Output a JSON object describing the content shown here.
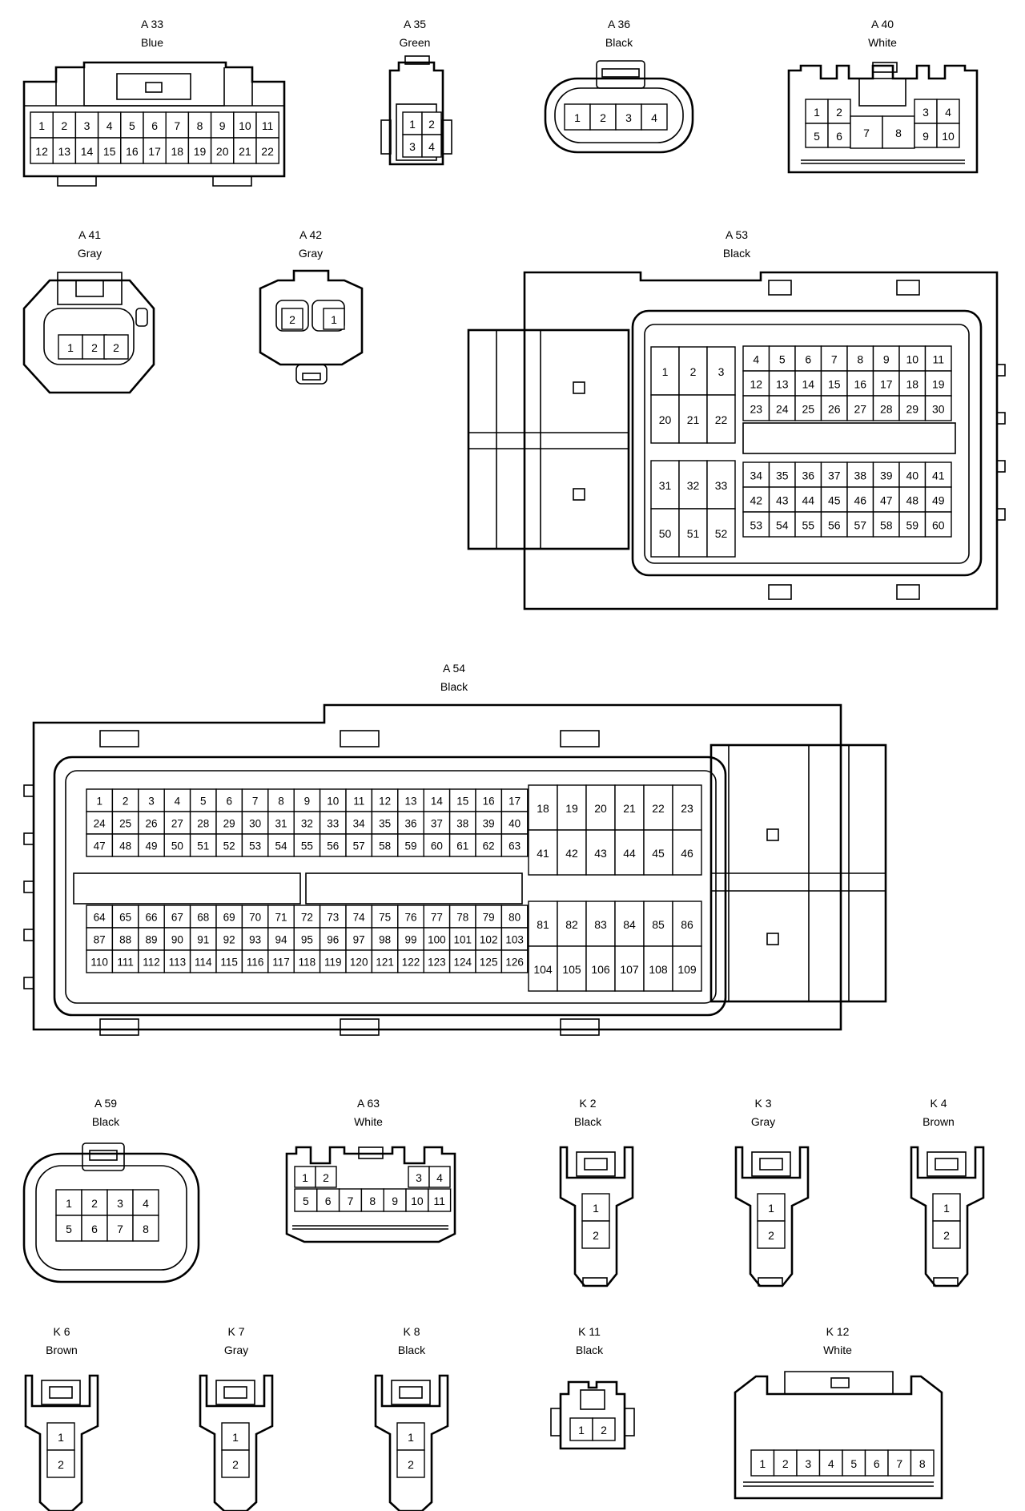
{
  "connectors": {
    "a33": {
      "code": "A 33",
      "color": "Blue",
      "pins_top": [
        "1",
        "2",
        "3",
        "4",
        "5",
        "6",
        "7",
        "8",
        "9",
        "10",
        "11"
      ],
      "pins_bottom": [
        "12",
        "13",
        "14",
        "15",
        "16",
        "17",
        "18",
        "19",
        "20",
        "21",
        "22"
      ]
    },
    "a35": {
      "code": "A 35",
      "color": "Green",
      "pins": [
        "1",
        "2",
        "3",
        "4"
      ]
    },
    "a36": {
      "code": "A 36",
      "color": "Black",
      "pins": [
        "1",
        "2",
        "3",
        "4"
      ]
    },
    "a40": {
      "code": "A 40",
      "color": "White",
      "pins": [
        "1",
        "2",
        "3",
        "4",
        "5",
        "6",
        "7",
        "8",
        "9",
        "10"
      ]
    },
    "a41": {
      "code": "A 41",
      "color": "Gray",
      "pins": [
        "1",
        "2"
      ]
    },
    "a42": {
      "code": "A 42",
      "color": "Gray",
      "pins": [
        "2",
        "1"
      ]
    },
    "a53": {
      "code": "A 53",
      "color": "Black",
      "left_top": [
        [
          "1",
          "2",
          "3"
        ],
        [
          "20",
          "21",
          "22"
        ]
      ],
      "left_bottom": [
        [
          "31",
          "32",
          "33"
        ],
        [
          "50",
          "51",
          "52"
        ]
      ],
      "right_top": [
        [
          "4",
          "5",
          "6",
          "7",
          "8",
          "9",
          "10",
          "11"
        ],
        [
          "12",
          "13",
          "14",
          "15",
          "16",
          "17",
          "18",
          "19"
        ],
        [
          "23",
          "24",
          "25",
          "26",
          "27",
          "28",
          "29",
          "30"
        ]
      ],
      "right_bottom": [
        [
          "34",
          "35",
          "36",
          "37",
          "38",
          "39",
          "40",
          "41"
        ],
        [
          "42",
          "43",
          "44",
          "45",
          "46",
          "47",
          "48",
          "49"
        ],
        [
          "53",
          "54",
          "55",
          "56",
          "57",
          "58",
          "59",
          "60"
        ]
      ]
    },
    "a54": {
      "code": "A 54",
      "color": "Black",
      "upper_rows": [
        [
          "1",
          "2",
          "3",
          "4",
          "5",
          "6",
          "7",
          "8",
          "9",
          "10",
          "11",
          "12",
          "13",
          "14",
          "15",
          "16",
          "17"
        ],
        [
          "24",
          "25",
          "26",
          "27",
          "28",
          "29",
          "30",
          "31",
          "32",
          "33",
          "34",
          "35",
          "36",
          "37",
          "38",
          "39",
          "40"
        ],
        [
          "47",
          "48",
          "49",
          "50",
          "51",
          "52",
          "53",
          "54",
          "55",
          "56",
          "57",
          "58",
          "59",
          "60",
          "61",
          "62",
          "63"
        ]
      ],
      "lower_rows": [
        [
          "64",
          "65",
          "66",
          "67",
          "68",
          "69",
          "70",
          "71",
          "72",
          "73",
          "74",
          "75",
          "76",
          "77",
          "78",
          "79",
          "80"
        ],
        [
          "87",
          "88",
          "89",
          "90",
          "91",
          "92",
          "93",
          "94",
          "95",
          "96",
          "97",
          "98",
          "99",
          "100",
          "101",
          "102",
          "103"
        ],
        [
          "110",
          "111",
          "112",
          "113",
          "114",
          "115",
          "116",
          "117",
          "118",
          "119",
          "120",
          "121",
          "122",
          "123",
          "124",
          "125",
          "126"
        ]
      ],
      "right_upper": [
        [
          "18",
          "19",
          "20",
          "21",
          "22",
          "23"
        ],
        [
          "41",
          "42",
          "43",
          "44",
          "45",
          "46"
        ]
      ],
      "right_lower": [
        [
          "81",
          "82",
          "83",
          "84",
          "85",
          "86"
        ],
        [
          "104",
          "105",
          "106",
          "107",
          "108",
          "109"
        ]
      ]
    },
    "a59": {
      "code": "A 59",
      "color": "Black",
      "pins": [
        "1",
        "2",
        "3",
        "4",
        "5",
        "6",
        "7",
        "8"
      ]
    },
    "a63": {
      "code": "A 63",
      "color": "White",
      "pins": [
        "1",
        "2",
        "3",
        "4",
        "5",
        "6",
        "7",
        "8",
        "9",
        "10",
        "11"
      ]
    },
    "k2": {
      "code": "K 2",
      "color": "Black",
      "pins": [
        "1",
        "2"
      ]
    },
    "k3": {
      "code": "K 3",
      "color": "Gray",
      "pins": [
        "1",
        "2"
      ]
    },
    "k4": {
      "code": "K 4",
      "color": "Brown",
      "pins": [
        "1",
        "2"
      ]
    },
    "k6": {
      "code": "K 6",
      "color": "Brown",
      "pins": [
        "1",
        "2"
      ]
    },
    "k7": {
      "code": "K 7",
      "color": "Gray",
      "pins": [
        "1",
        "2"
      ]
    },
    "k8": {
      "code": "K 8",
      "color": "Black",
      "pins": [
        "1",
        "2"
      ]
    },
    "k11": {
      "code": "K 11",
      "color": "Black",
      "pins": [
        "1",
        "2"
      ]
    },
    "k12": {
      "code": "K 12",
      "color": "White",
      "pins": [
        "1",
        "2",
        "3",
        "4",
        "5",
        "6",
        "7",
        "8"
      ]
    }
  }
}
